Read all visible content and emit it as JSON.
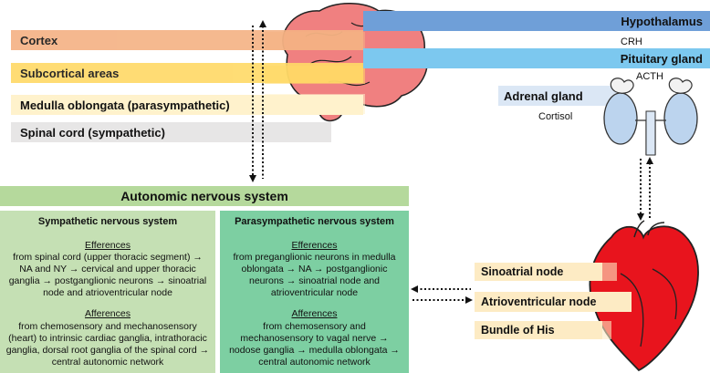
{
  "brain_levels": {
    "cortex": "Cortex",
    "subcortical": "Subcortical areas",
    "medulla": "Medulla oblongata (parasympathetic)",
    "spinal": "Spinal cord (sympathetic)"
  },
  "hpa_axis": {
    "hypothalamus": "Hypothalamus",
    "crh": "CRH",
    "pituitary": "Pituitary gland",
    "acth": "ACTH",
    "adrenal": "Adrenal gland",
    "cortisol": "Cortisol"
  },
  "ans": {
    "title": "Autonomic nervous system",
    "sympathetic": {
      "title": "Sympathetic nervous system",
      "efferences_label": "Efferences",
      "efferences_text": "from spinal cord (upper thoracic segment) → NA and NY → cervical and upper thoracic ganglia → postganglionic neurons → sinoatrial node and atrioventricular node",
      "afferences_label": "Afferences",
      "afferences_text": "from chemosensory and mechanosensory (heart) to intrinsic cardiac ganglia, intrathoracic ganglia, dorsal root ganglia of the spinal cord → central autonomic network"
    },
    "parasympathetic": {
      "title": "Parasympathetic nervous system",
      "efferences_label": "Efferences",
      "efferences_text": "from preganglionic neurons in medulla oblongata → NA → postganglionic neurons → sinoatrial node and atrioventricular node",
      "afferences_label": "Afferences",
      "afferences_text": "from chemosensory and mechanosensory to vagal nerve → nodose ganglia → medulla oblongata → central autonomic network"
    }
  },
  "heart_parts": {
    "sa_node": "Sinoatrial node",
    "av_node": "Atrioventricular node",
    "his": "Bundle of His"
  },
  "colors": {
    "cortex": "#f4b183",
    "subcortical": "#ffd966",
    "medulla": "#fff2cc",
    "spinal": "#e7e6e6",
    "hypothalamus": "#6f9fd8",
    "pituitary": "#7cc8ef",
    "adrenal": "#dbe7f5",
    "ans_header": "#b5d99c",
    "sympathetic": "#c5e0b4",
    "parasympathetic": "#7dcfa2",
    "heart": "#e8141d",
    "heart_label": "#fdebc4"
  }
}
